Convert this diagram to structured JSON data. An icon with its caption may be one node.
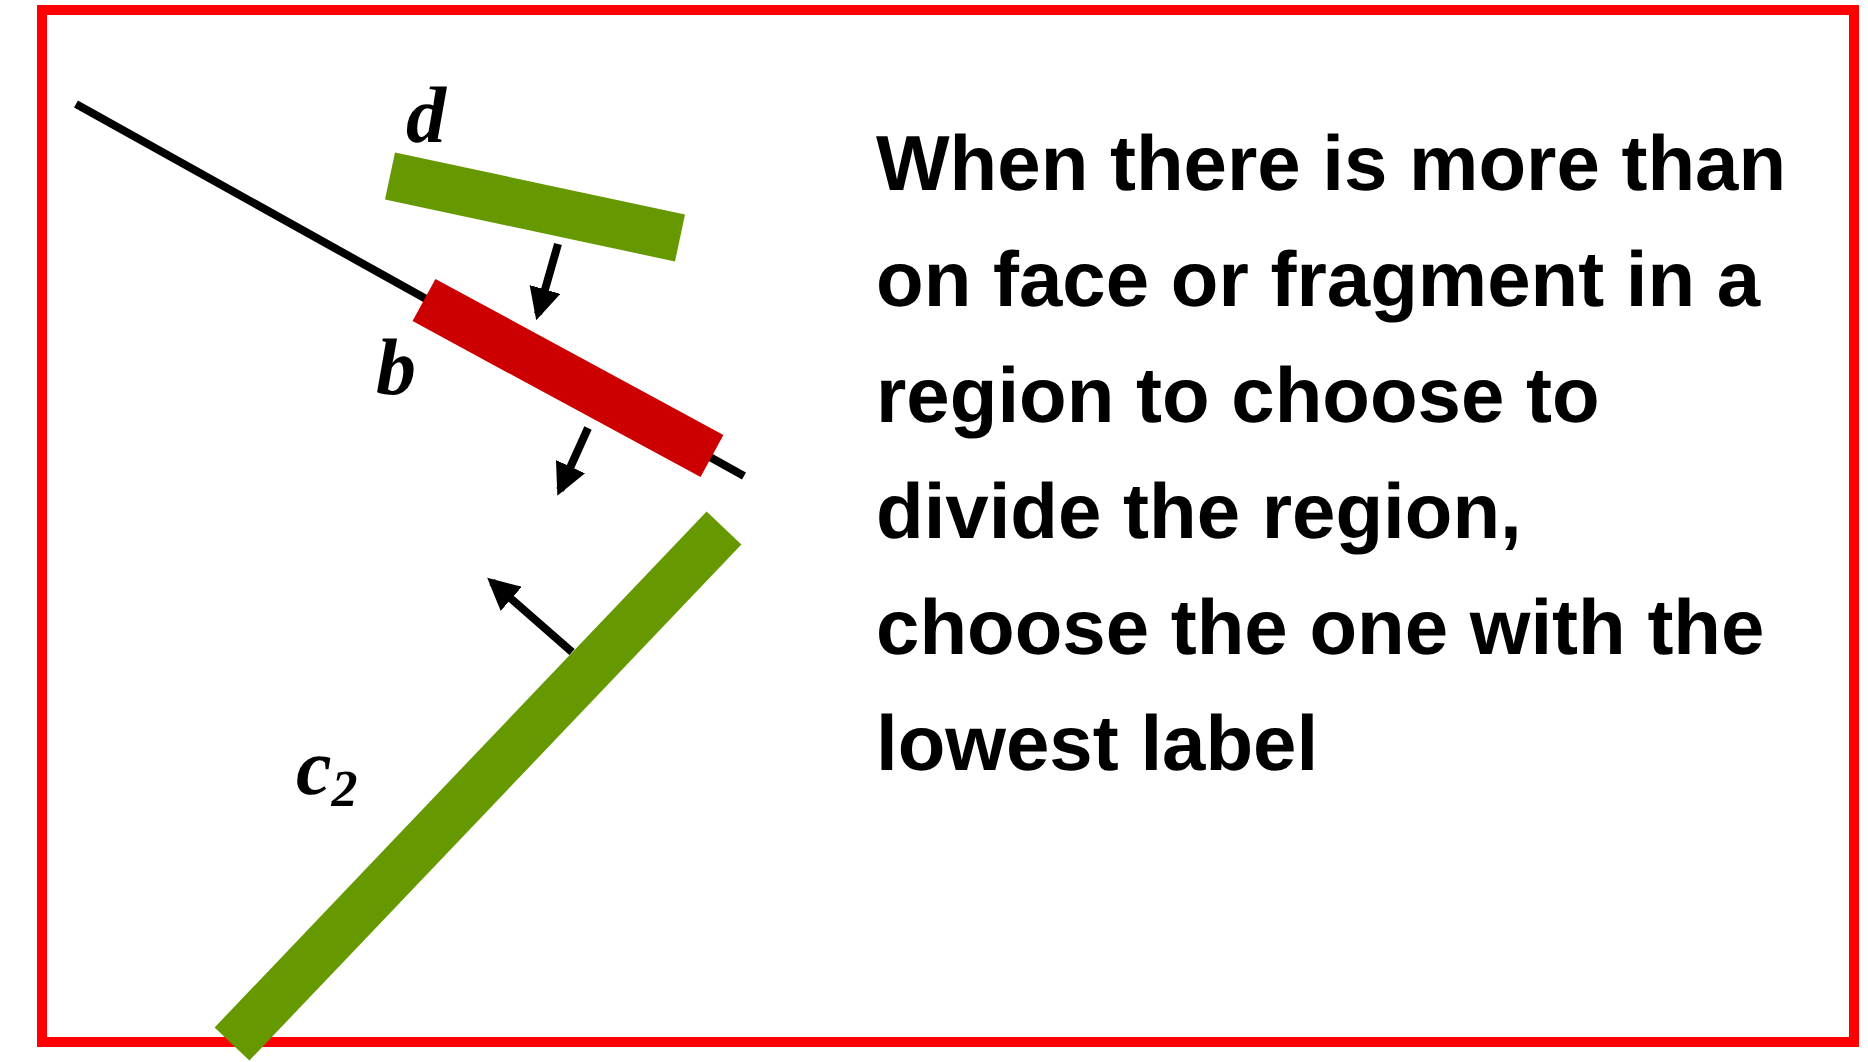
{
  "diagram": {
    "labels": [
      "d",
      "b",
      "c$_{2}$",
      "When there is more than on face or fragment in a region to choose to divide the region, choose the one with the lowest label"
    ]
  }
}
